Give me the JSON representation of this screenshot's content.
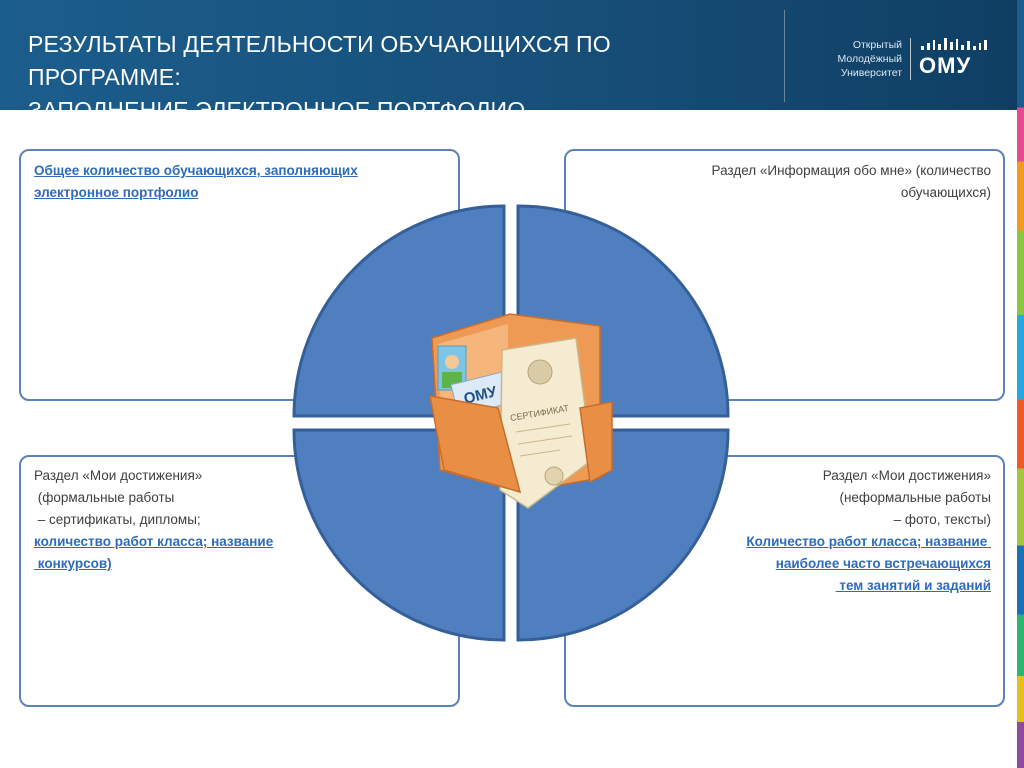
{
  "header": {
    "title_line1": "РЕЗУЛЬТАТЫ ДЕЯТЕЛЬНОСТИ ОБУЧАЮЩИХСЯ ПО ПРОГРАММЕ:",
    "title_line2": "ЗАПОЛНЕНИЕ ЭЛЕКТРОННОЕ ПОРТФОЛИО",
    "bg_color": "#1b5d8c"
  },
  "logo": {
    "line1": "Открытый",
    "line2": "Молодёжный",
    "line3": "Университет",
    "word": "ОМУ"
  },
  "panels": {
    "top_left": {
      "link_line1": "Общее количество обучающихся, заполняющих ",
      "link_line2": "электронное портфолио"
    },
    "top_right": {
      "line1": "Раздел «Информация обо мне» (количество",
      "line2": "обучающихся)"
    },
    "bottom_left": {
      "line1": "Раздел «Мои достижения»",
      "line2": " (формальные работы",
      "line3": " – сертификаты, дипломы;",
      "link_line1": "количество работ класса; название",
      "link_line2": " конкурсов)"
    },
    "bottom_right": {
      "line1": "Раздел «Мои достижения»",
      "line2": "(неформальные работы",
      "line3": "– фото, тексты)",
      "link_line1": "Количество работ класса; название ",
      "link_line2": "наиболее часто встречающихся",
      "link_line3": " тем занятий и заданий"
    }
  },
  "illustration": {
    "folder_label": "ОМУ",
    "certificate_label": "СЕРТИФИКАТ"
  },
  "colors": {
    "circle_fill": "#4f7fbe",
    "circle_stroke": "#355f99",
    "panel_border": "#5b82bd",
    "link": "#2e6cb8",
    "folder": "#f0a262"
  }
}
